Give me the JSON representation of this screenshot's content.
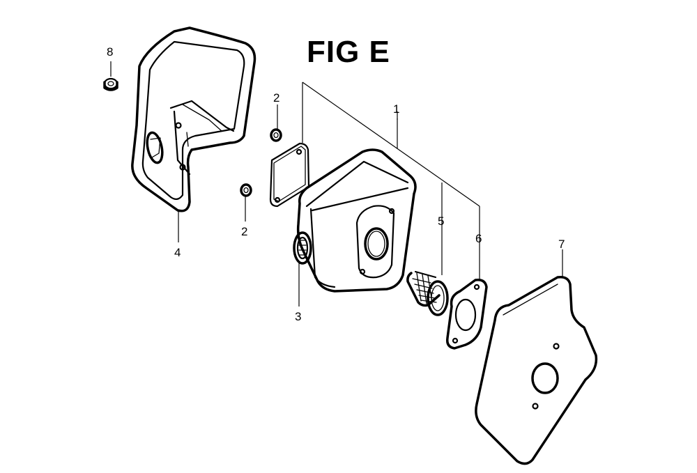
{
  "figure": {
    "title": "FIG E"
  },
  "callouts": {
    "c1": "1",
    "c2a": "2",
    "c2b": "2",
    "c3": "3",
    "c4": "4",
    "c5": "5",
    "c6": "6",
    "c7": "7",
    "c8": "8"
  },
  "colors": {
    "line": "#000000",
    "background": "#ffffff"
  }
}
